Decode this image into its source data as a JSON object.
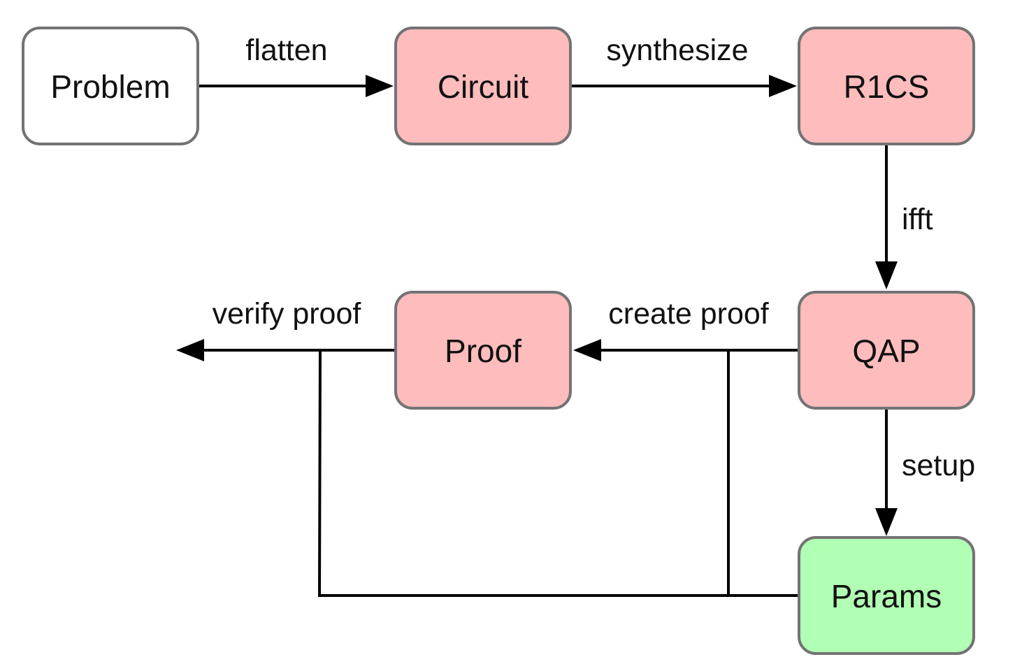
{
  "colors": {
    "node_default": "#ffffff",
    "node_pipeline": "#ffbcbc",
    "node_params": "#b1ffb4",
    "border": "#737373",
    "line": "#000000"
  },
  "nodes": {
    "problem": "Problem",
    "circuit": "Circuit",
    "r1cs": "R1CS",
    "qap": "QAP",
    "proof": "Proof",
    "params": "Params"
  },
  "edges": {
    "flatten": "flatten",
    "synthesize": "synthesize",
    "ifft": "ifft",
    "setup": "setup",
    "create_proof": "create proof",
    "verify_proof": "verify proof"
  }
}
